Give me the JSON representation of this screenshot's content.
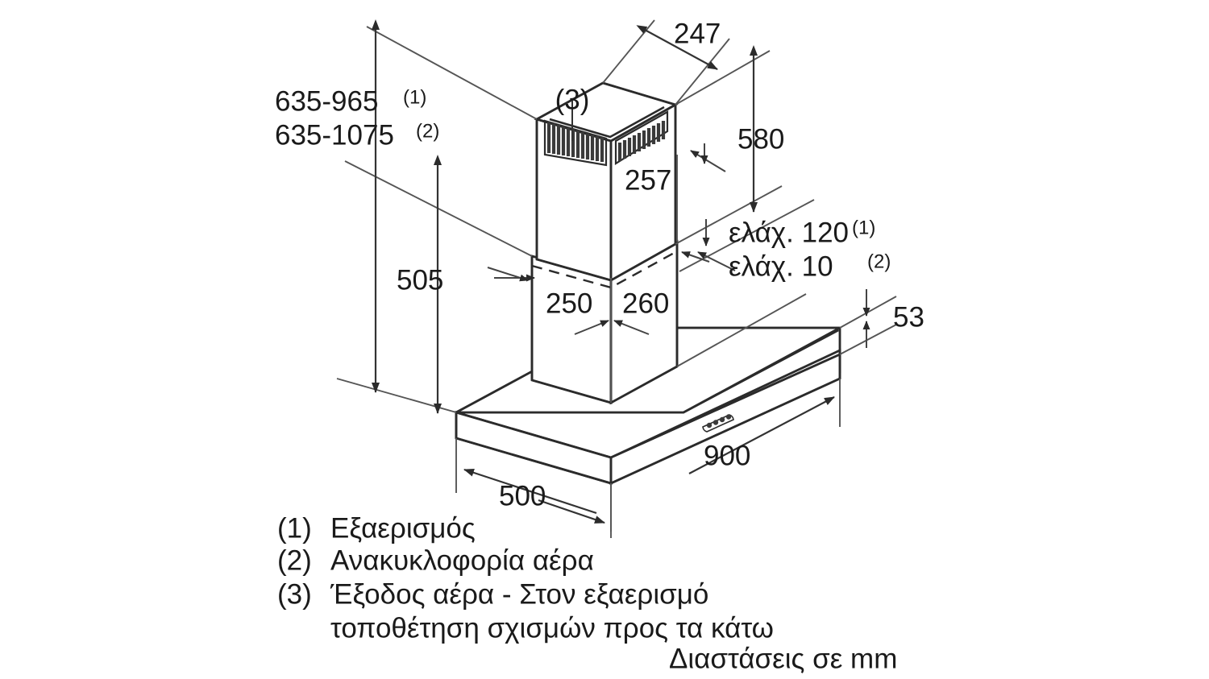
{
  "drawing": {
    "title": "Bosch chimney cooker hood installation dimension drawing",
    "units_note": "Διαστάσεις σε mm",
    "line_color": "#2b2b2b",
    "background": "#ffffff"
  },
  "dimensions": {
    "chimney_height_vent": "635-965",
    "chimney_height_vent_sup": "(1)",
    "chimney_height_recirc": "635-1075",
    "chimney_height_recirc_sup": "(2)",
    "upper_depth": "247",
    "upper_height": "580",
    "lower_width_front": "257",
    "canopy_top_to_chimney": "505",
    "flue_width_left": "250",
    "flue_width_right": "260",
    "min_distance_vent": "ελάχ. 120",
    "min_distance_vent_sup": "(1)",
    "min_distance_recirc": "ελάχ. 10",
    "min_distance_recirc_sup": "(2)",
    "canopy_thickness": "53",
    "canopy_width": "900",
    "canopy_depth": "500",
    "air_outlet_callout": "(3)"
  },
  "legend": {
    "items": [
      {
        "marker": "(1)",
        "text": "Εξαερισμός"
      },
      {
        "marker": "(2)",
        "text": "Ανακυκλοφορία αέρα"
      },
      {
        "marker": "(3)",
        "text": "Έξοδος αέρα - Στον εξαερισμό"
      }
    ],
    "continuation": "τοποθέτηση σχισμών προς τα κάτω",
    "units": "Διαστάσεις σε mm"
  }
}
